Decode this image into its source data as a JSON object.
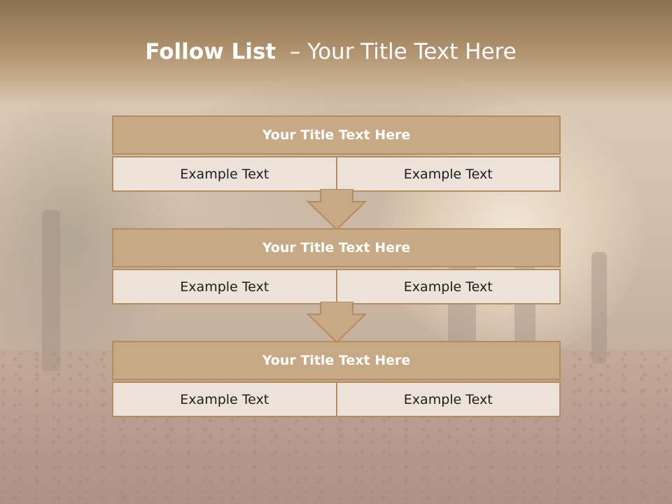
{
  "title": {
    "bold": "Follow List",
    "rest": "  – Your Title Text Here"
  },
  "blocks": [
    {
      "heading": "Your Title Text Here",
      "left": "Example Text",
      "right": "Example Text"
    },
    {
      "heading": "Your Title Text Here",
      "left": "Example Text",
      "right": "Example Text"
    },
    {
      "heading": "Your Title Text Here",
      "left": "Example Text",
      "right": "Example Text"
    }
  ],
  "colors": {
    "header_fill": "#c8a985",
    "border": "#b48c62",
    "cell_fill": "#ece2d7",
    "title_band": "#a98a66"
  }
}
